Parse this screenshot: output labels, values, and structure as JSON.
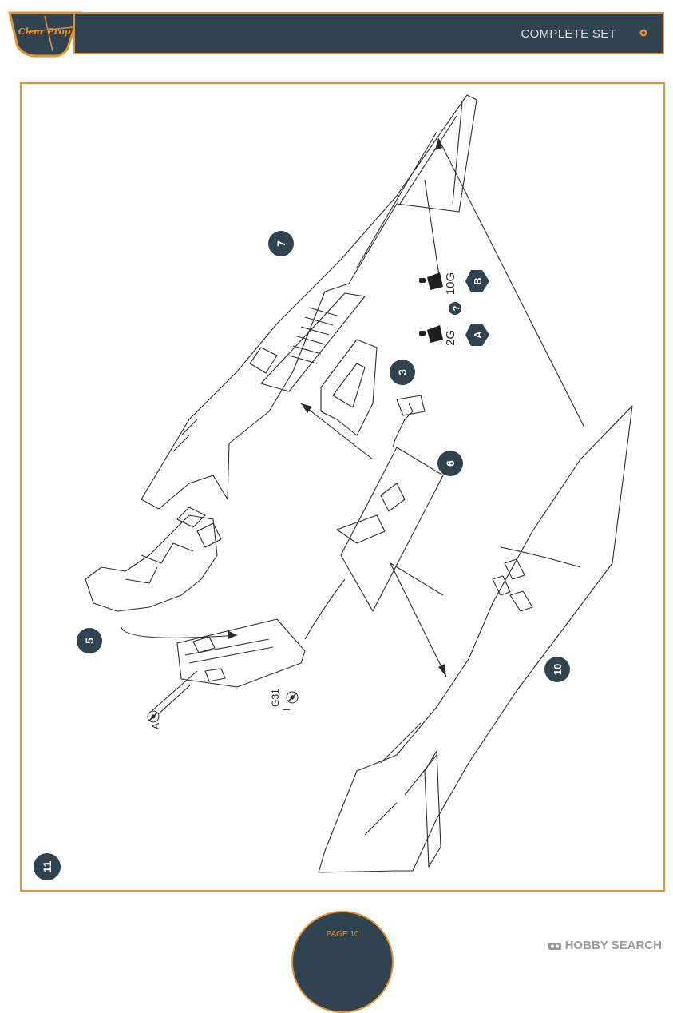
{
  "header": {
    "title": "COMPLETE SET",
    "logo_text": "Clear Prop!"
  },
  "instruction": {
    "step_number": "11",
    "parts": [
      {
        "label": "7"
      },
      {
        "label": "3"
      },
      {
        "label": "6"
      },
      {
        "label": "5"
      },
      {
        "label": "10"
      }
    ],
    "paint_callouts": [
      {
        "code": "10G",
        "badge": "B"
      },
      {
        "code": "2G",
        "badge": "A"
      },
      {
        "code": "?",
        "badge": ""
      }
    ],
    "glue_marks": [
      {
        "label": "A"
      },
      {
        "label": "G31"
      },
      {
        "label": "I"
      }
    ]
  },
  "footer": {
    "page_label": "PAGE 10",
    "watermark": "HOBBY SEARCH"
  },
  "colors": {
    "accent": "#e8912c",
    "navy": "#2f4350",
    "line": "#2b2b2b"
  }
}
